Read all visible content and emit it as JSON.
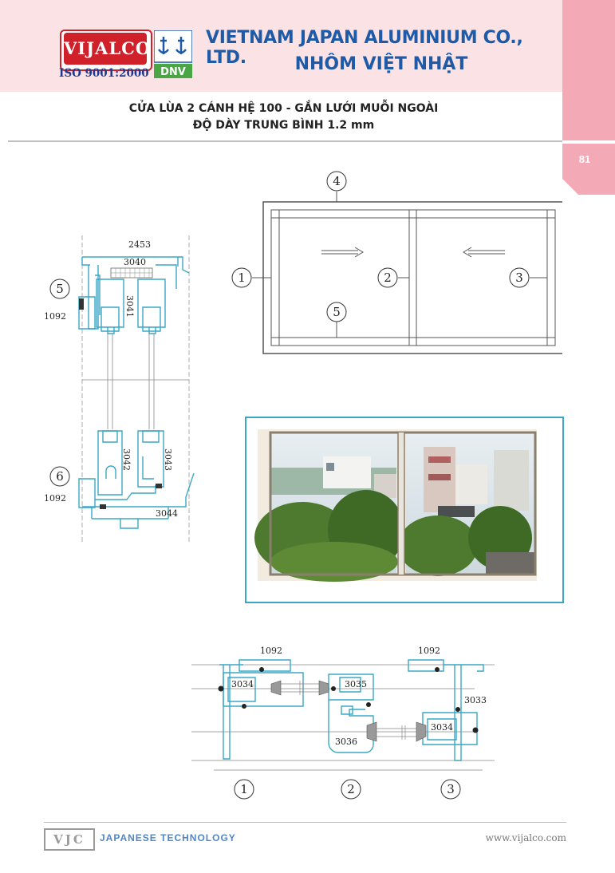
{
  "header": {
    "brand": "VIJALCO",
    "certification": "ISO 9001:2000",
    "cert_mark": "DNV",
    "company_en": "VIETNAM JAPAN ALUMINIUM CO., LTD.",
    "company_vn": "NHÔM VIỆT NHẬT",
    "page_number": "81"
  },
  "title": {
    "line1": "CỬA LÙA 2 CÁNH HỆ 100 - GẮN LƯỚI MUỖI NGOÀI",
    "line2": "ĐỘ DÀY TRUNG BÌNH 1.2 mm"
  },
  "elevation": {
    "callouts": [
      "1",
      "2",
      "3",
      "4",
      "5"
    ]
  },
  "vertical_section": {
    "callouts": [
      "5",
      "6"
    ],
    "profile_codes": [
      "2453",
      "3040",
      "1092",
      "3041",
      "3042",
      "3043",
      "1092",
      "3044"
    ]
  },
  "horizontal_section": {
    "callouts": [
      "1",
      "2",
      "3"
    ],
    "profile_codes": [
      "1092",
      "1092",
      "3034",
      "3035",
      "3033",
      "3036",
      "3034"
    ]
  },
  "footer": {
    "logo": "VJC",
    "tagline": "JAPANESE TECHNOLOGY",
    "url": "www.vijalco.com"
  },
  "colors": {
    "header_band": "#fbe3e5",
    "side_tab": "#f4aab6",
    "brand_red": "#d0202a",
    "brand_blue": "#1f5aa6",
    "profile_cyan": "#3aa7c7"
  }
}
